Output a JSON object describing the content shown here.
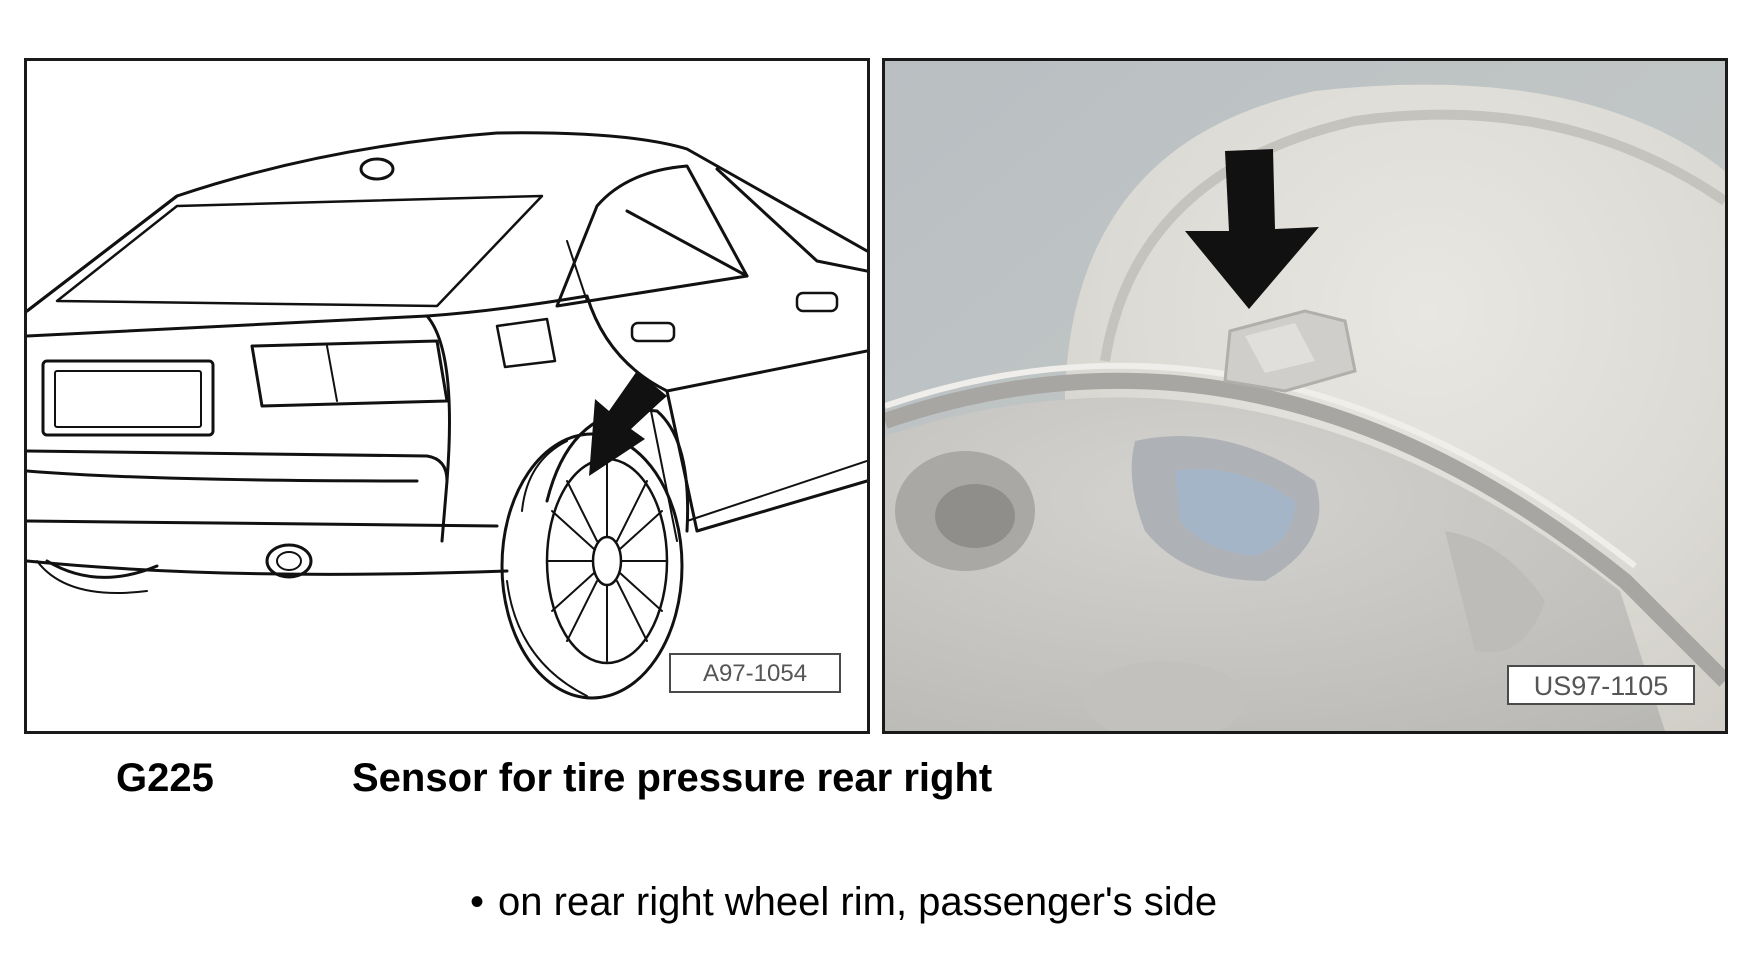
{
  "figures": {
    "left": {
      "reference": "A97-1054",
      "icon": "sensor-location-arrow-icon"
    },
    "right": {
      "reference": "US97-1105",
      "icon": "sensor-location-arrow-icon"
    }
  },
  "caption": {
    "part_code": "G225",
    "part_title": "Sensor for tire pressure rear right"
  },
  "notes": [
    {
      "bullet": "•",
      "text": "on rear right wheel rim, passenger's side"
    }
  ]
}
